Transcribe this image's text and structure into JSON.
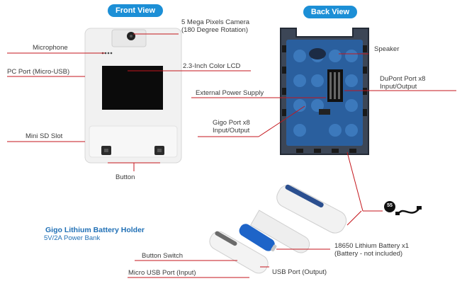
{
  "headers": {
    "front_view": "Front View",
    "back_view": "Back View"
  },
  "front_labels": {
    "camera_line1": "5 Mega Pixels Camera",
    "camera_line2": "(180 Degree Rotation)",
    "microphone": "Microphone",
    "lcd": "2.3-Inch Color LCD",
    "pc_port": "PC Port (Micro-USB)",
    "mini_sd": "Mini SD Slot",
    "button": "Button"
  },
  "back_labels": {
    "speaker": "Speaker",
    "dupont_line1": "DuPont Port x8",
    "dupont_line2": "Input/Output",
    "external_power": "External Power Supply",
    "gigo_line1": "Gigo Port x8",
    "gigo_line2": "Input/Output"
  },
  "battery": {
    "title": "Gigo Lithium Battery Holder",
    "subtitle": "5V/2A Power Bank",
    "battery_line1": "18650 Lithium Battery x1",
    "battery_line2": "(Battery - not included)",
    "button_switch": "Button Switch",
    "micro_usb": "Micro USB Port (Input)",
    "usb_port": "USB Port (Output)",
    "cable_badge": "55"
  },
  "colors": {
    "header_pill": "#1c8fd6",
    "title_blue": "#1f6fb5",
    "leader_line": "#c4161c",
    "board_blue": "#2a5f9e"
  }
}
